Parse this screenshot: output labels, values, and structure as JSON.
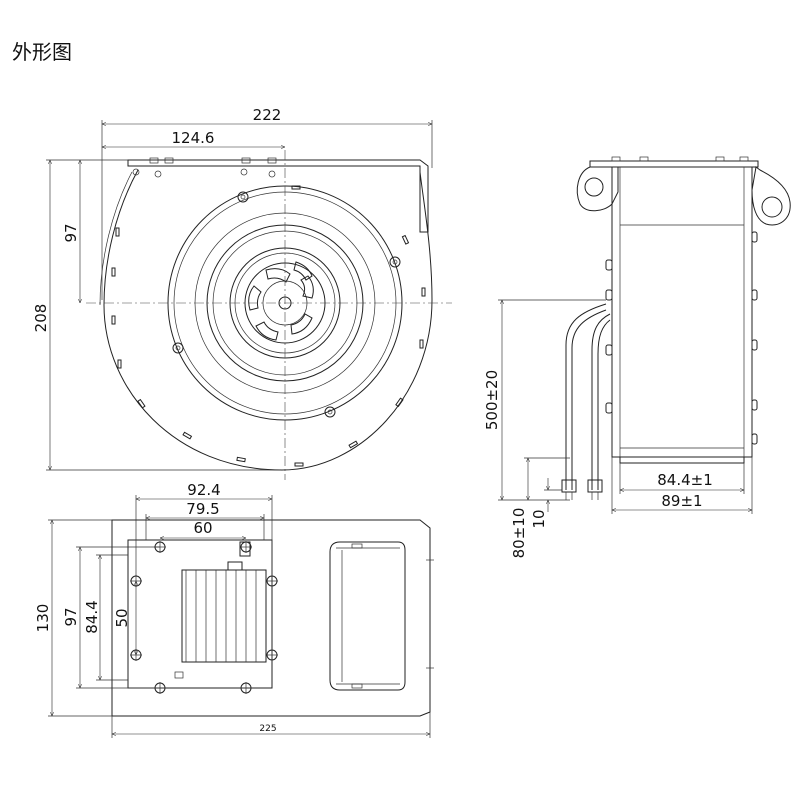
{
  "title": "外形图",
  "front_view": {
    "width": "222",
    "offset": "124.6",
    "height": "208",
    "center_height": "97"
  },
  "side_view": {
    "cable_length": "500±20",
    "strip_length": "80±10",
    "tip_length": "10",
    "inner_depth": "84.4±1",
    "outer_depth": "89±1"
  },
  "bottom_view": {
    "hole_outer": "92.4",
    "hole_mid": "79.5",
    "hole_inner": "60",
    "height": "130",
    "height_mid": "97",
    "height_inner": "84.4",
    "inlet": "50",
    "width": "225"
  }
}
